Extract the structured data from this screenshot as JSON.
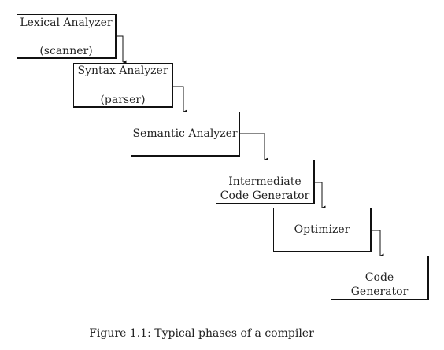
{
  "diagram": {
    "phases": [
      {
        "line1": "Lexical Analyzer",
        "line2": "(scanner)"
      },
      {
        "line1": "Syntax Analyzer",
        "line2": "(parser)"
      },
      {
        "line1": "Semantic Analyzer",
        "line2": ""
      },
      {
        "line1": "Intermediate",
        "line2": "Code Generator"
      },
      {
        "line1": "Optimizer",
        "line2": ""
      },
      {
        "line1": "Code",
        "line2": "Generator"
      }
    ],
    "caption": "Figure 1.1: Typical phases of a compiler"
  }
}
